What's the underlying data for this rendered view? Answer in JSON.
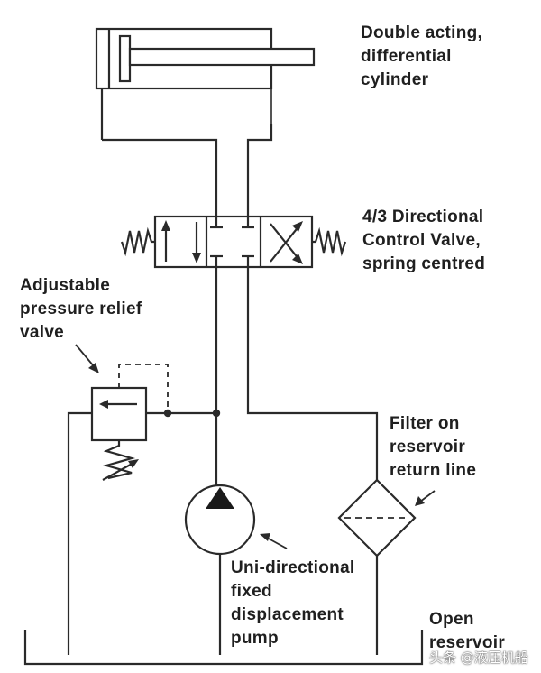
{
  "labels": {
    "cylinder": [
      "Double acting,",
      "differential",
      "cylinder"
    ],
    "control_valve": [
      "4/3 Directional",
      "Control Valve,",
      "spring centred"
    ],
    "relief_valve": [
      "Adjustable",
      "pressure relief",
      "valve"
    ],
    "filter": [
      "Filter on",
      "reservoir",
      "return line"
    ],
    "pump": [
      "Uni-directional",
      "fixed",
      "displacement",
      "pump"
    ],
    "reservoir": [
      "Open",
      "reservoir"
    ]
  },
  "watermark": "头条 @液压机船",
  "colors": {
    "line": "#2a2a2a",
    "background": "#ffffff",
    "text": "#1f1f1f"
  }
}
